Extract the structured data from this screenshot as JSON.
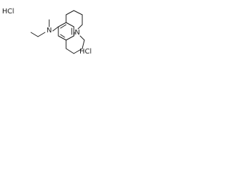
{
  "molecule": {
    "salt_labels": [
      "HCl",
      "HCl"
    ],
    "atoms": {
      "amine_nitrogen": "N",
      "ring_nitrogen": "N"
    }
  },
  "colors": {
    "ink": "#1a1a1a",
    "background": "#ffffff"
  }
}
